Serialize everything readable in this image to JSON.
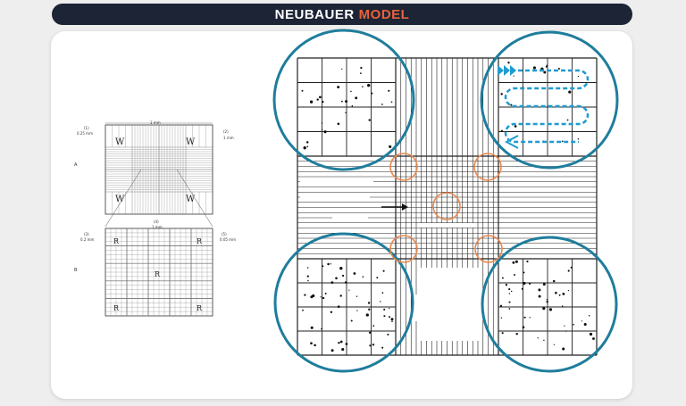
{
  "title": {
    "main": "NEUBAUER",
    "accent": "MODEL"
  },
  "colors": {
    "bar": "#1c2436",
    "accent": "#e8623a",
    "circle": "#1f7d9c",
    "arrow": "#1f9bd1",
    "orange": "#e8894e"
  },
  "diagram_a": {
    "label": "A",
    "top_dim": "1 mm",
    "left_num": "(1)",
    "left_dim": "0.25 mm",
    "right_num": "(2)",
    "right_dim": "1 mm",
    "corner_letter": "W"
  },
  "diagram_b": {
    "label": "B",
    "top_num": "(4)",
    "top_dim": "1 mm",
    "left_num": "(3)",
    "left_dim": "0.2 mm",
    "right_num": "(5)",
    "right_dim": "0.05 mm",
    "cell_letter": "R"
  }
}
